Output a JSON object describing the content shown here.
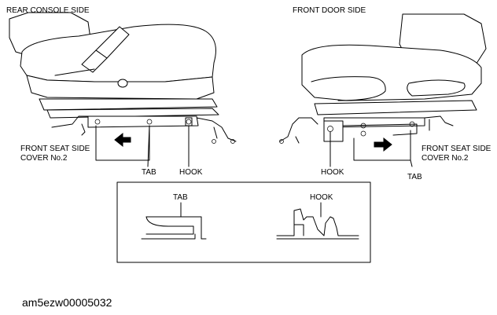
{
  "labels": {
    "rear_console_side": "REAR CONSOLE SIDE",
    "front_door_side": "FRONT DOOR SIDE",
    "left_cover_line1": "FRONT SEAT SIDE",
    "left_cover_line2": "COVER No.2",
    "right_cover_line1": "FRONT SEAT SIDE",
    "right_cover_line2": "COVER No.2",
    "left_tab": "TAB",
    "left_hook": "HOOK",
    "right_hook": "HOOK",
    "right_tab": "TAB",
    "detail_tab": "TAB",
    "detail_hook": "HOOK"
  },
  "figure_code": "am5ezw00005032"
}
